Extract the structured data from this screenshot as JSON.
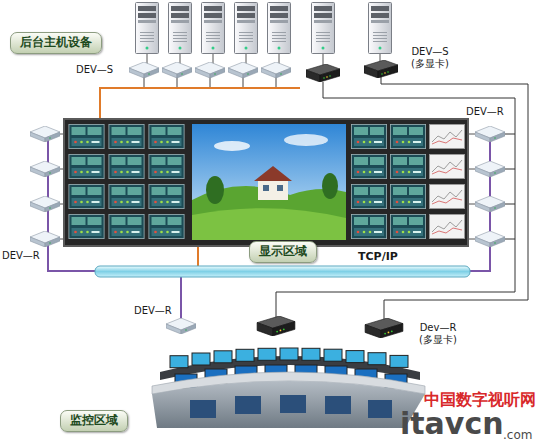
{
  "diagram": {
    "nodes": [
      {
        "text": [
          "后台主机设备"
        ]
      },
      {
        "text": [
          "显示区域"
        ]
      },
      {
        "text": [
          "监控区域"
        ]
      }
    ],
    "labels": [
      "DEV—S",
      "DEV—S (多显卡)",
      "DEV—R",
      "DEV—R",
      "TCP/IP",
      "DEV—R",
      "Dev—R (多显卡)",
      "中国数字视听网",
      "itavcn",
      ".com"
    ]
  }
}
